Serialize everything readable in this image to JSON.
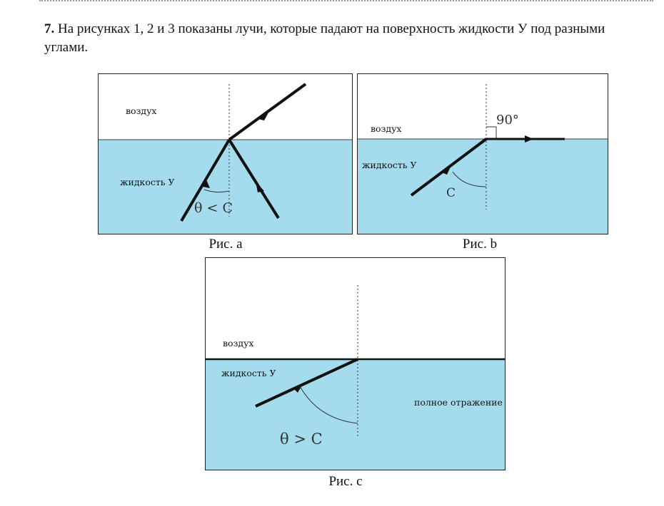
{
  "problem": {
    "number": "7.",
    "text": " На рисунках 1, 2 и 3 показаны лучи, которые падают на поверхность жидкости У под разными углами."
  },
  "figures": {
    "a": {
      "caption": "Рис. a",
      "air_label": "воздух",
      "liquid_label": "жидкость У",
      "angle_label": "θ < C"
    },
    "b": {
      "caption": "Рис. b",
      "air_label": "воздух",
      "liquid_label": "жидкость У",
      "angle_label": "C",
      "right_angle_label": "90°"
    },
    "c": {
      "caption": "Рис. c",
      "air_label": "воздух",
      "liquid_label": "жидкость У",
      "angle_label": "θ > C",
      "reflection_label": "полное отражение"
    }
  },
  "colors": {
    "liquid": "#a4dcee",
    "line": "#111111"
  }
}
